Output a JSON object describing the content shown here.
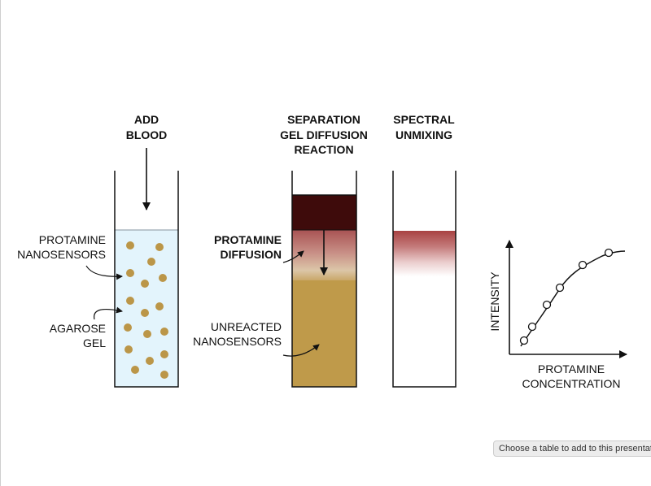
{
  "steps": {
    "add_blood": [
      "ADD",
      "BLOOD"
    ],
    "separation": [
      "SEPARATION",
      "GEL DIFFUSION",
      "REACTION"
    ],
    "spectral": [
      "SPECTRAL",
      "UNMIXING"
    ]
  },
  "labels": {
    "protamine_nanosensors": [
      "PROTAMINE",
      "NANOSENSORS"
    ],
    "agarose_gel": [
      "AGAROSE",
      "GEL"
    ],
    "protamine_diffusion": [
      "PROTAMINE",
      "DIFFUSION"
    ],
    "unreacted_nanosensors": [
      "UNREACTED",
      "NANOSENSORS"
    ]
  },
  "graph": {
    "y_axis_label": "INTENSITY",
    "x_axis_label": [
      "PROTAMINE",
      "CONCENTRATION"
    ]
  },
  "tooltip": {
    "text": "Choose a table to add to this presentation"
  },
  "colors": {
    "gel_fill": "#e3f4fc",
    "gel_surface": "#aab6bf",
    "nanosensor": "#bb9648",
    "unreacted_layer": "#bf9a4a",
    "blood_layer": "#3e0b0b",
    "diffusion_band": "#a85353",
    "spectral_band": "#a84242"
  }
}
